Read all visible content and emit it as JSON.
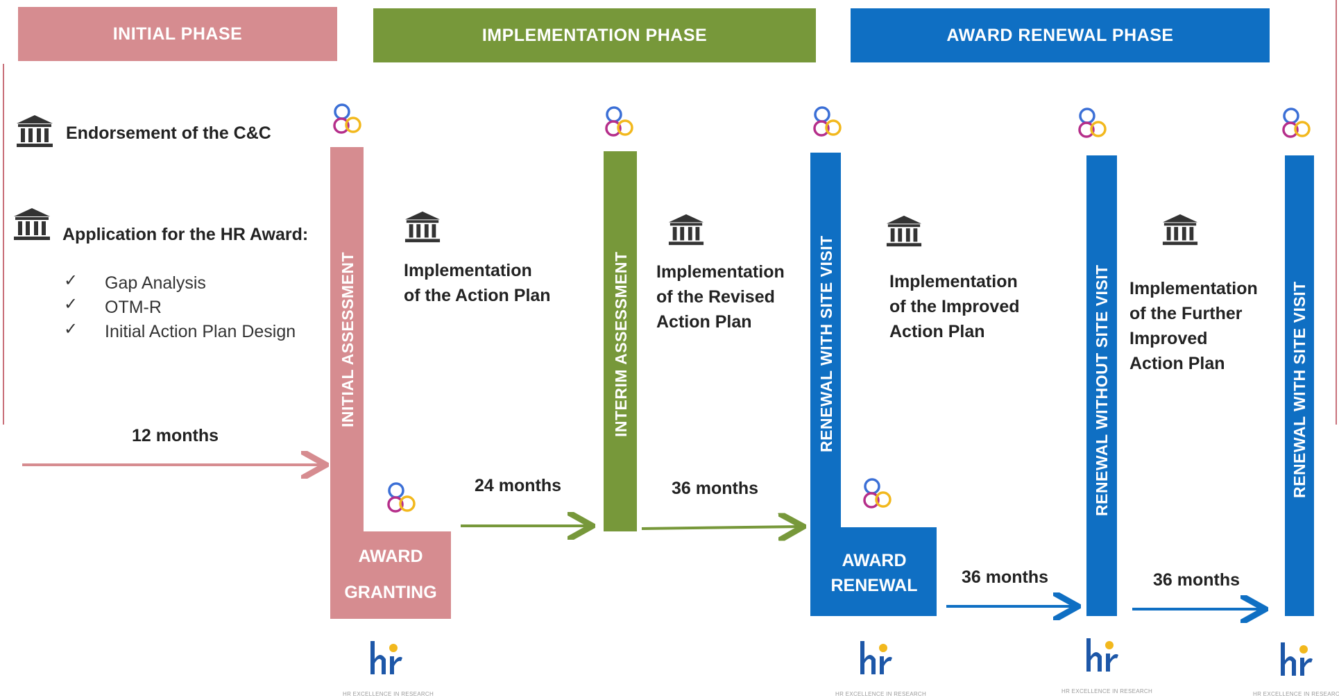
{
  "phases": {
    "initial": "INITIAL PHASE",
    "implementation": "IMPLEMENTATION PHASE",
    "renewal": "AWARD RENEWAL PHASE"
  },
  "steps": {
    "endorsement": "Endorsement of the C&C",
    "application": "Application for the HR Award:",
    "checklist": [
      {
        "mark": "✓",
        "label": "Gap Analysis"
      },
      {
        "mark": "✓",
        "label": "OTM-R"
      },
      {
        "mark": "✓",
        "label": "Initial Action Plan Design"
      }
    ]
  },
  "bars": {
    "initial_assessment": "INITIAL ASSESSMENT",
    "interim_assessment": "INTERIM ASSESSMENT",
    "renewal_site_visit_1": "RENEWAL WITH  SITE VISIT",
    "renewal_without": "RENEWAL WITHOUT  SITE VISIT",
    "renewal_site_visit_2": "RENEWAL WITH  SITE VISIT"
  },
  "boxes": {
    "award_granting_line1": "AWARD",
    "award_granting_line2": "GRANTING",
    "award_renewal_line1": "AWARD",
    "award_renewal_line2": "RENEWAL"
  },
  "implementations": {
    "action_plan": [
      "Implementation",
      "of the Action Plan"
    ],
    "revised": [
      "Implementation",
      "of the Revised",
      "Action Plan"
    ],
    "improved": [
      "Implementation",
      "of the Improved",
      "Action Plan"
    ],
    "further": [
      "Implementation",
      "of the Further",
      "Improved",
      "Action Plan"
    ]
  },
  "durations": {
    "d1": "12 months",
    "d2": "24 months",
    "d3": "36 months",
    "d4": "36 months",
    "d5": "36 months"
  },
  "colors": {
    "initial": "#d68c90",
    "implementation": "#77983a",
    "renewal": "#0f6fc3",
    "ring_blue": "#3b6fd6",
    "ring_magenta": "#b52e8a",
    "ring_yellow": "#f2b81d",
    "hr_blue": "#1d57a8",
    "hr_yellow": "#f2b81d"
  },
  "icons": [
    "institution-icon",
    "rings-icon",
    "hr-logo"
  ],
  "hr_logo": {
    "text": "hr",
    "caption": "HR EXCELLENCE IN RESEARCH"
  }
}
